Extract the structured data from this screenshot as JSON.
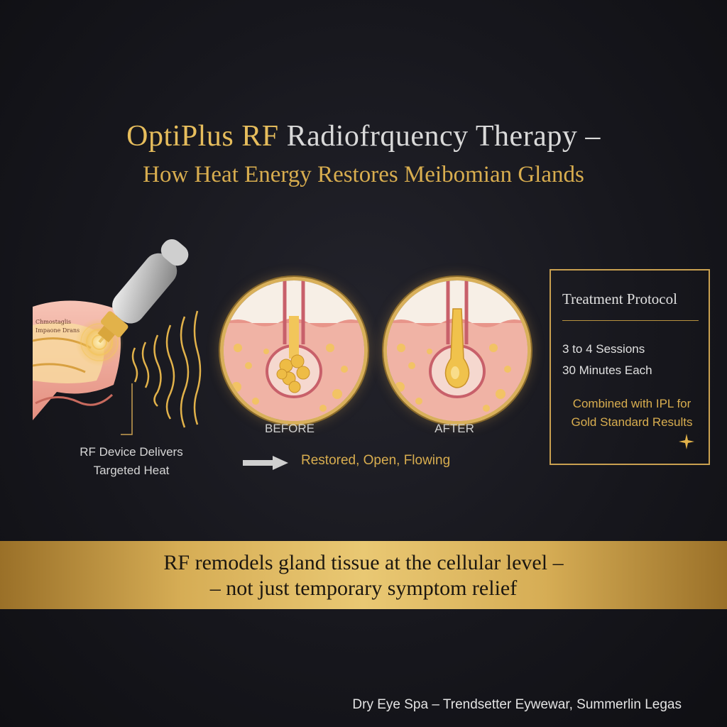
{
  "header": {
    "title_gold": "OptiPlus RF",
    "title_rest": " Radiofrquency Therapy –",
    "subtitle": "How Heat Energy Restores Meibomian Glands"
  },
  "device": {
    "tissue_label_1": "Chmostaglis",
    "tissue_label_2": "Impaone Drans",
    "caption_1": "RF Device Delivers",
    "caption_2": "Targeted Heat"
  },
  "comparison": {
    "before_label": "BEFORE",
    "after_label": "AFTER",
    "result_text": "Restored, Open, Flowing"
  },
  "protocol": {
    "title": "Treatment Protocol",
    "sessions": "3 to 4 Sessions",
    "duration": "30 Minutes Each",
    "combined_1": "Combined with IPL for",
    "combined_2": "Gold Standard Results"
  },
  "banner": {
    "line1": "RF remodels gland tissue at the cellular level –",
    "line2": "– not just temporary symptom relief"
  },
  "footer": {
    "text": "Dry Eye Spa – Trendsetter Eywewar, Summerlin Legas"
  },
  "colors": {
    "background": "#17171d",
    "gold": "#d8ad4f",
    "banner_gold": "#e2bd66",
    "skin": "#f0b5a8"
  }
}
